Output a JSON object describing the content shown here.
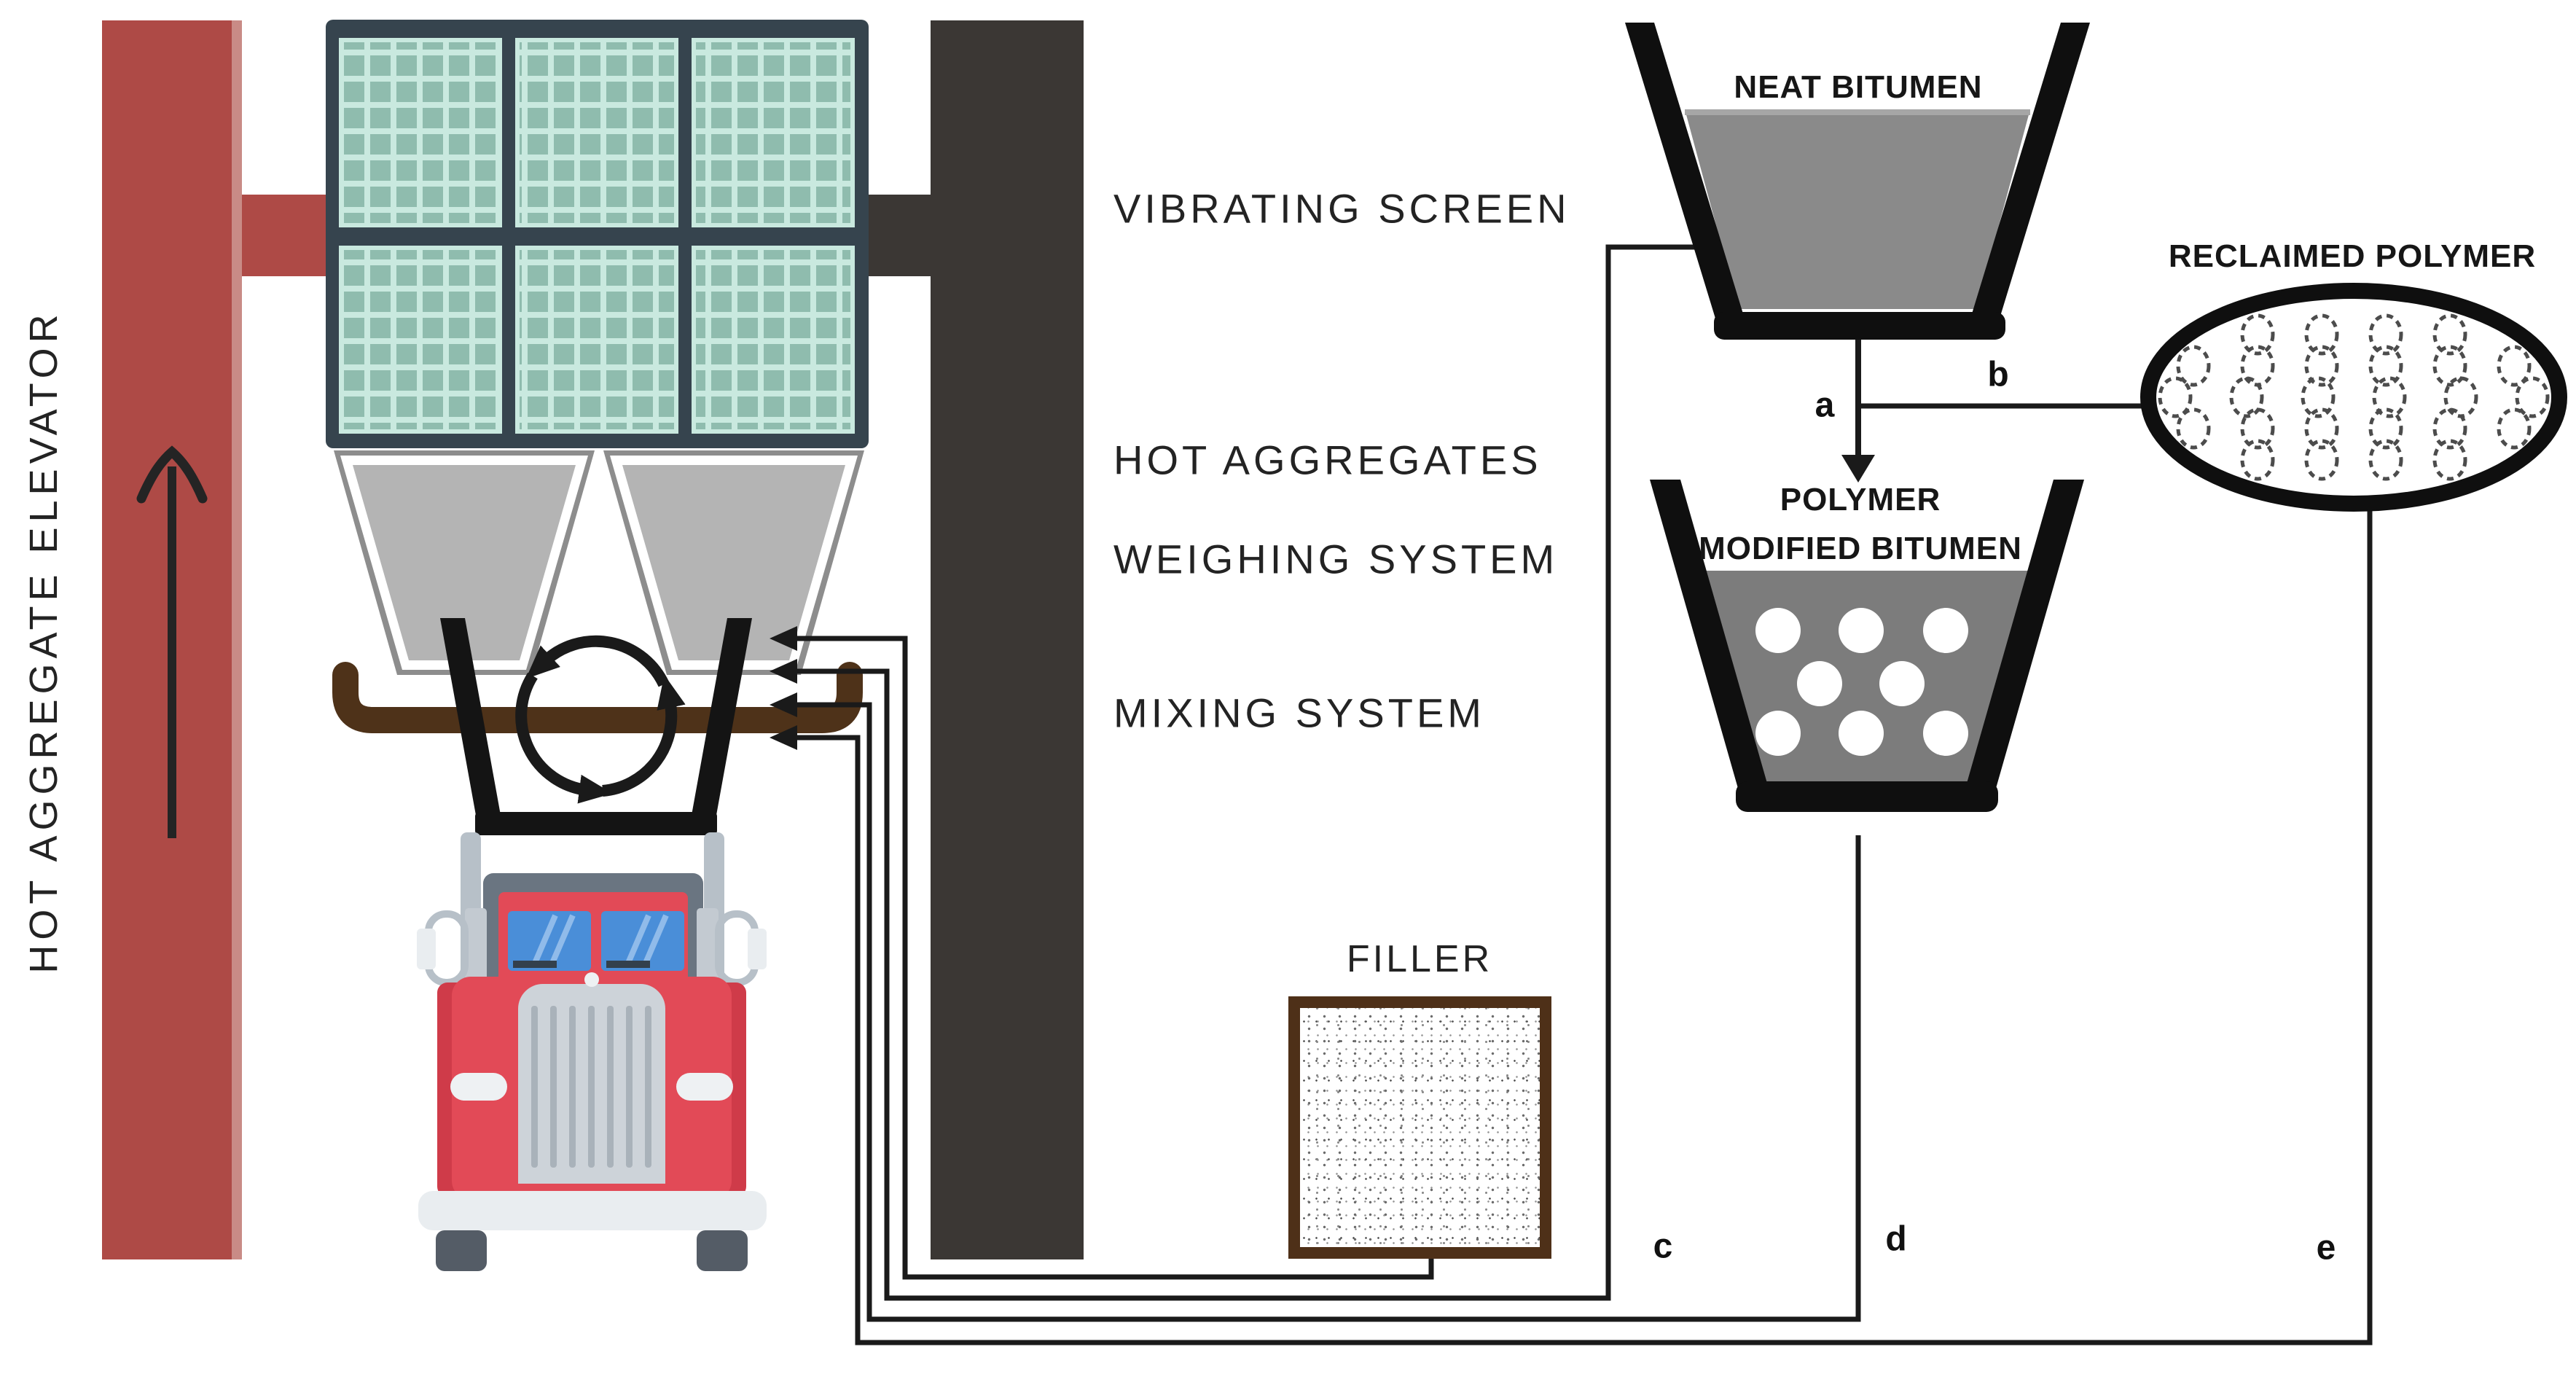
{
  "diagram": {
    "title_labels": {
      "elevator": "HOT AGGREGATE ELEVATOR",
      "vibrating_screen": "VIBRATING SCREEN",
      "hot_aggregates": "HOT AGGREGATES",
      "weighing_system": "WEIGHING SYSTEM",
      "mixing_system": "MIXING SYSTEM",
      "filler": "FILLER",
      "neat_bitumen": "NEAT BITUMEN",
      "reclaimed_polymer": "RECLAIMED POLYMER",
      "polymer_modified_line1": "POLYMER",
      "polymer_modified_line2": "MODIFIED BITUMEN"
    },
    "flow_letters": {
      "a": "a",
      "b": "b",
      "c": "c",
      "d": "d",
      "e": "e"
    },
    "colors": {
      "elevator_red": "#ae4a46",
      "screen_frame_slate": "#36444e",
      "screen_mesh_teal": "#8fbcae",
      "screen_mesh_light": "#c9e9df",
      "hopper_gray": "#b4b4b4",
      "tray_brown": "#4e3219",
      "tower_dark": "#3b3734",
      "line_black": "#1a1a1a",
      "bitumen_gray": "#8a8a8a",
      "pmb_gray": "#7c7c7c",
      "filler_border_brown": "#4e3018",
      "truck_red": "#e24a57",
      "truck_dark_red": "#cf3b49",
      "truck_window_blue": "#4a8ed8",
      "truck_chrome": "#c3cad1",
      "truck_bumper": "#e9edf0"
    }
  }
}
